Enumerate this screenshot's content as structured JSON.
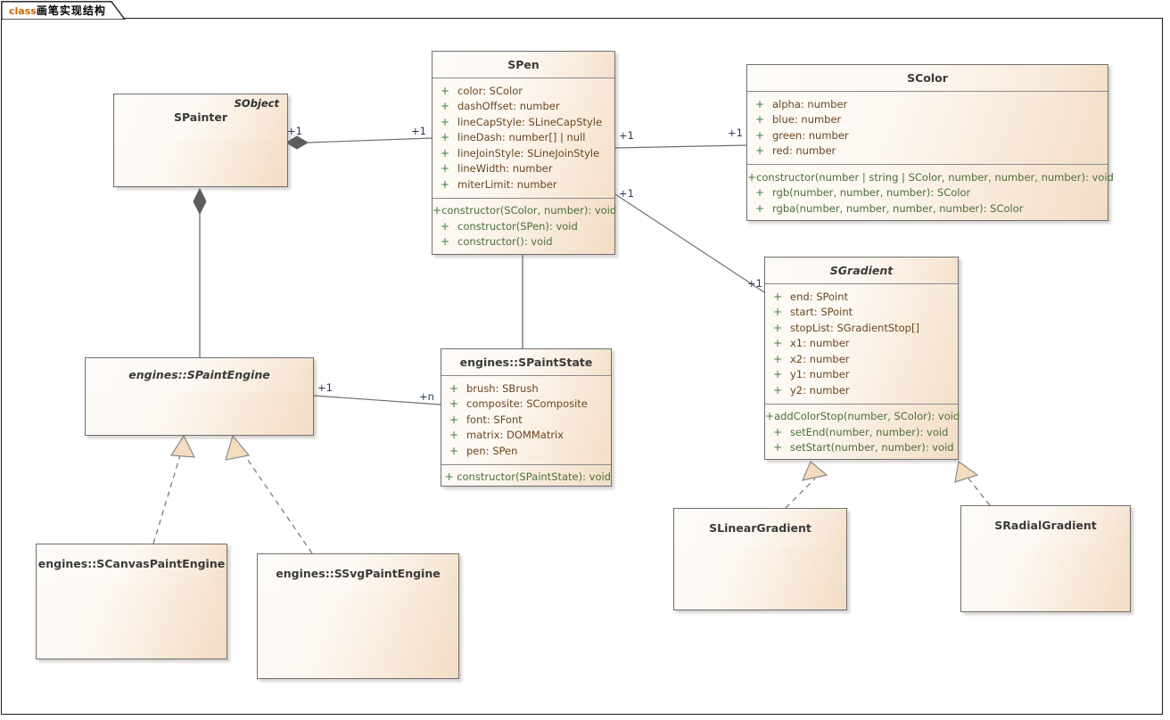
{
  "diagram": {
    "title_keyword": "class",
    "title_name": "画笔实现结构",
    "keyword_color": "#cc6600"
  },
  "classes": {
    "spainter": {
      "name": "SPainter",
      "stereotype": "SObject"
    },
    "spen": {
      "name": "SPen",
      "attributes": [
        {
          "vis": "+",
          "text": "color: SColor"
        },
        {
          "vis": "+",
          "text": "dashOffset: number"
        },
        {
          "vis": "+",
          "text": "lineCapStyle: SLineCapStyle"
        },
        {
          "vis": "+",
          "text": "lineDash: number[] | null"
        },
        {
          "vis": "+",
          "text": "lineJoinStyle: SLineJoinStyle"
        },
        {
          "vis": "+",
          "text": "lineWidth: number"
        },
        {
          "vis": "+",
          "text": "miterLimit: number"
        }
      ],
      "operations": [
        {
          "vis": "+",
          "text": "constructor(SColor, number): void"
        },
        {
          "vis": "+",
          "text": "constructor(SPen): void"
        },
        {
          "vis": "+",
          "text": "constructor(): void"
        }
      ]
    },
    "scolor": {
      "name": "SColor",
      "attributes": [
        {
          "vis": "+",
          "text": "alpha: number"
        },
        {
          "vis": "+",
          "text": "blue: number"
        },
        {
          "vis": "+",
          "text": "green: number"
        },
        {
          "vis": "+",
          "text": "red: number"
        }
      ],
      "operations": [
        {
          "vis": "+",
          "text": "constructor(number | string | SColor, number, number, number): void"
        },
        {
          "vis": "+",
          "text": "rgb(number, number, number): SColor"
        },
        {
          "vis": "+",
          "text": "rgba(number, number, number, number): SColor"
        }
      ]
    },
    "sgradient": {
      "name": "SGradient",
      "abstract": true,
      "attributes": [
        {
          "vis": "+",
          "text": "end: SPoint"
        },
        {
          "vis": "+",
          "text": "start: SPoint"
        },
        {
          "vis": "+",
          "text": "stopList: SGradientStop[]"
        },
        {
          "vis": "+",
          "text": "x1: number"
        },
        {
          "vis": "+",
          "text": "x2: number"
        },
        {
          "vis": "+",
          "text": "y1: number"
        },
        {
          "vis": "+",
          "text": "y2: number"
        }
      ],
      "operations": [
        {
          "vis": "+",
          "text": "addColorStop(number, SColor): void"
        },
        {
          "vis": "+",
          "text": "setEnd(number, number): void"
        },
        {
          "vis": "+",
          "text": "setStart(number, number): void"
        }
      ]
    },
    "spaintengine": {
      "name": "engines::SPaintEngine",
      "abstract": true
    },
    "spaintstate": {
      "name": "engines::SPaintState",
      "attributes": [
        {
          "vis": "+",
          "text": "brush: SBrush"
        },
        {
          "vis": "+",
          "text": "composite: SComposite"
        },
        {
          "vis": "+",
          "text": "font: SFont"
        },
        {
          "vis": "+",
          "text": "matrix: DOMMatrix"
        },
        {
          "vis": "+",
          "text": "pen: SPen"
        }
      ],
      "operations": [
        {
          "vis": "+",
          "text": "constructor(SPaintState): void"
        }
      ]
    },
    "scanvaspaintengine": {
      "name": "engines::SCanvasPaintEngine"
    },
    "ssvgpaintengine": {
      "name": "engines::SSvgPaintEngine"
    },
    "slineargradient": {
      "name": "SLinearGradient"
    },
    "sradialgradient": {
      "name": "SRadialGradient"
    }
  },
  "multiplicities": {
    "painter_pen_src": "+1",
    "painter_pen_dst": "+1",
    "pen_color_src": "+1",
    "pen_color_dst": "+1",
    "pen_gradient_src": "+1",
    "pen_gradient_dst": "+1",
    "engine_state_src": "+1",
    "engine_state_dst": "+n"
  }
}
